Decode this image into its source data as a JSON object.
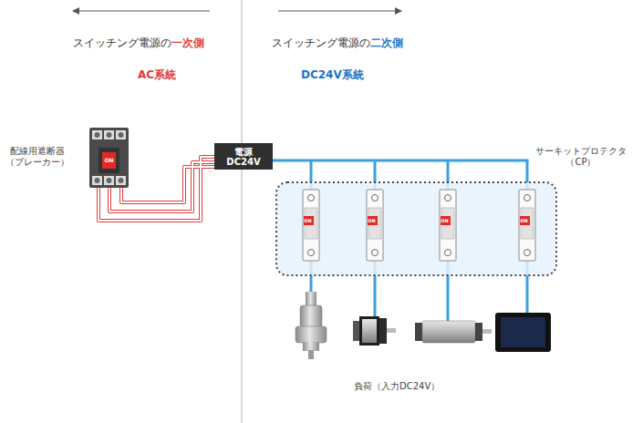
{
  "diagram": {
    "nodes": [
      {
        "text": [
          "電源 DC24V"
        ]
      }
    ],
    "labels": [
      "スイッチング電源の",
      "一次側",
      "スイッチング電源の",
      "二次側",
      "AC系統",
      "DC24V系統",
      "配線用遮断器 （ブレーカー）",
      "ON",
      "ON",
      "ON",
      "ON",
      "ON",
      "サーキットプロテクタ （CP）",
      "負荷（入力DC24V）"
    ]
  }
}
